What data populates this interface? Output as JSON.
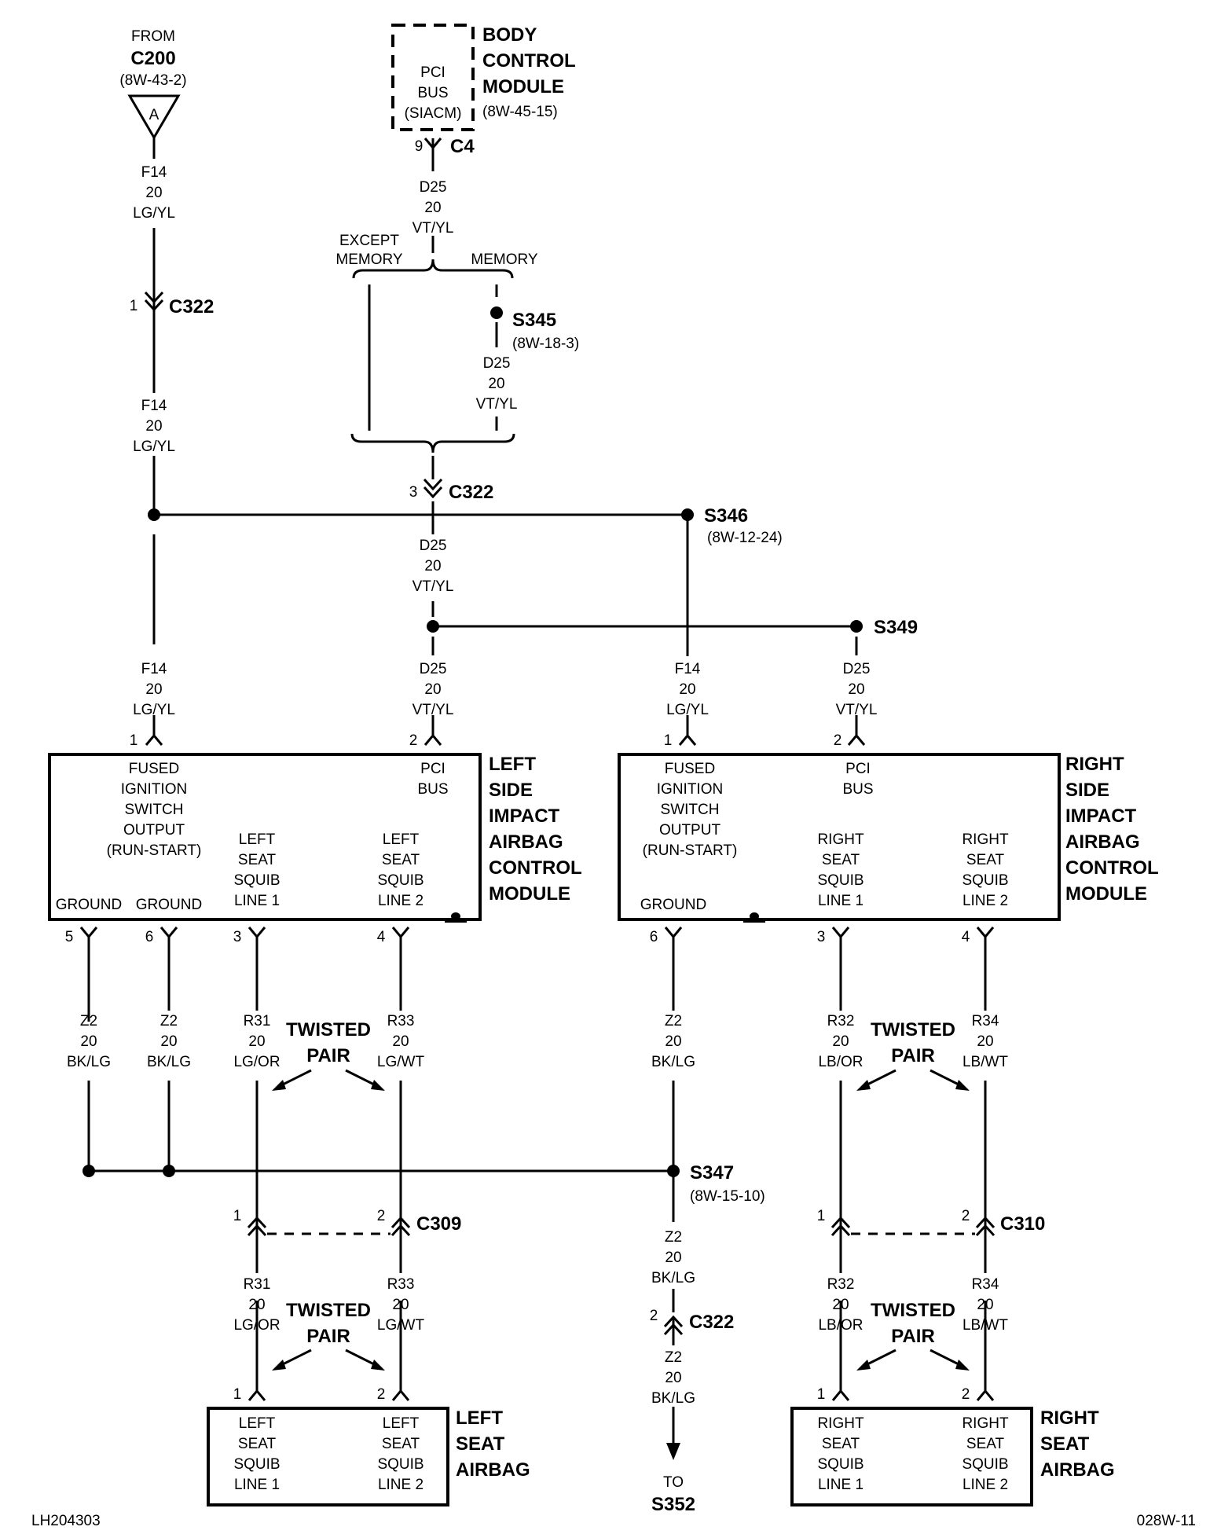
{
  "source": {
    "from_label": "FROM",
    "connector": "C200",
    "ref": "(8W-43-2)",
    "tag": "A"
  },
  "bcm": {
    "title": [
      "BODY",
      "CONTROL",
      "MODULE"
    ],
    "ref": "(8W-45-15)",
    "inner": [
      "PCI",
      "BUS",
      "(SIACM)"
    ],
    "pin": "9",
    "connector": "C4"
  },
  "wires": {
    "f14": [
      "F14",
      "20",
      "LG/YL"
    ],
    "d25": [
      "D25",
      "20",
      "VT/YL"
    ],
    "z2": [
      "Z2",
      "20",
      "BK/LG"
    ],
    "r31": [
      "R31",
      "20",
      "LG/OR"
    ],
    "r33": [
      "R33",
      "20",
      "LG/WT"
    ],
    "r32": [
      "R32",
      "20",
      "LB/OR"
    ],
    "r34": [
      "R34",
      "20",
      "LB/WT"
    ]
  },
  "branch": {
    "except": [
      "EXCEPT",
      "MEMORY"
    ],
    "memory": "MEMORY"
  },
  "connectors": {
    "c322": "C322",
    "c309": "C309",
    "c310": "C310"
  },
  "splices": {
    "s345": "S345",
    "s345_ref": "(8W-18-3)",
    "s346": "S346",
    "s346_ref": "(8W-12-24)",
    "s349": "S349",
    "s347": "S347",
    "s347_ref": "(8W-15-10)"
  },
  "pins": {
    "p1": "1",
    "p2": "2",
    "p3": "3",
    "p4": "4",
    "p5": "5",
    "p6": "6"
  },
  "left_module": {
    "title": [
      "LEFT",
      "SIDE",
      "IMPACT",
      "AIRBAG",
      "CONTROL",
      "MODULE"
    ],
    "fused": [
      "FUSED",
      "IGNITION",
      "SWITCH",
      "OUTPUT",
      "(RUN-START)"
    ],
    "pci": [
      "PCI",
      "BUS"
    ],
    "squib1": [
      "LEFT",
      "SEAT",
      "SQUIB",
      "LINE 1"
    ],
    "squib2": [
      "LEFT",
      "SEAT",
      "SQUIB",
      "LINE 2"
    ],
    "ground": "GROUND"
  },
  "right_module": {
    "title": [
      "RIGHT",
      "SIDE",
      "IMPACT",
      "AIRBAG",
      "CONTROL",
      "MODULE"
    ],
    "fused": [
      "FUSED",
      "IGNITION",
      "SWITCH",
      "OUTPUT",
      "(RUN-START)"
    ],
    "pci": [
      "PCI",
      "BUS"
    ],
    "squib1": [
      "RIGHT",
      "SEAT",
      "SQUIB",
      "LINE 1"
    ],
    "squib2": [
      "RIGHT",
      "SEAT",
      "SQUIB",
      "LINE 2"
    ],
    "ground": "GROUND"
  },
  "twisted_pair": [
    "TWISTED",
    "PAIR"
  ],
  "left_seat": {
    "title": [
      "LEFT",
      "SEAT",
      "AIRBAG"
    ],
    "line1": [
      "LEFT",
      "SEAT",
      "SQUIB",
      "LINE 1"
    ],
    "line2": [
      "LEFT",
      "SEAT",
      "SQUIB",
      "LINE 2"
    ]
  },
  "right_seat": {
    "title": [
      "RIGHT",
      "SEAT",
      "AIRBAG"
    ],
    "line1": [
      "RIGHT",
      "SEAT",
      "SQUIB",
      "LINE 1"
    ],
    "line2": [
      "RIGHT",
      "SEAT",
      "SQUIB",
      "LINE 2"
    ]
  },
  "to_splice": [
    "TO",
    "S352"
  ],
  "footer": {
    "left": "LH204303",
    "right": "028W-11"
  }
}
